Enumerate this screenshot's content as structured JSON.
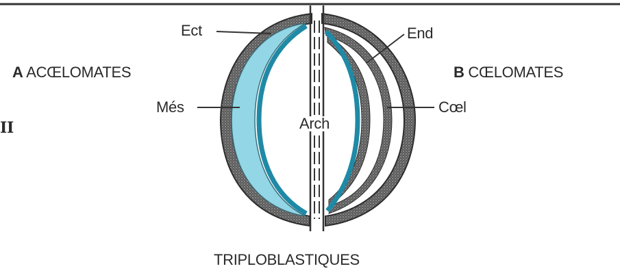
{
  "left_panel": {
    "letter": "A",
    "label": "ACŒLOMATES"
  },
  "right_panel": {
    "letter": "B",
    "label": "CŒLOMATES"
  },
  "margin_mark": "II",
  "labels": {
    "ectoderm": "Ect",
    "endoderm": "End",
    "mesoderm": "Més",
    "coelom": "Cœl",
    "archenteron": "Arch"
  },
  "caption": "TRIPLOBLASTIQUES",
  "colors": {
    "mesoderm_fill": "#93d6e6",
    "endoderm_line": "#1f8aa6",
    "ectoderm_fill": "#4a4a4a"
  }
}
